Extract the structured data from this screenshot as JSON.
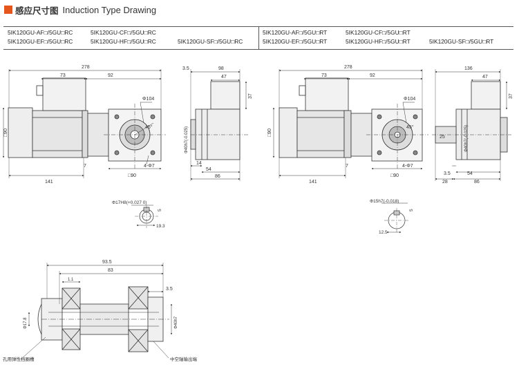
{
  "header": {
    "title_cn": "感应尺寸图",
    "title_en": "Induction Type Drawing",
    "accent": "#e4561c"
  },
  "models": {
    "rc": [
      "5IK120GU-AF□/5GU□RC",
      "5IK120GU-CF□/5GU□RC",
      "5IK120GU-EF□/5GU□RC",
      "5IK120GU-HF□/5GU□RC",
      "5IK120GU-SF□/5GU□RC"
    ],
    "rt": [
      "5IK120GU-AF□/5GU□RT",
      "5IK120GU-CF□/5GU□RT",
      "5IK120GU-EF□/5GU□RT",
      "5IK120GU-HF□/5GU□RT",
      "5IK120GU-SF□/5GU□RT"
    ]
  },
  "rc_drawing": {
    "len_278": "278",
    "len_73": "73",
    "len_92": "92",
    "dia_104": "Φ104",
    "angle_45": "45°",
    "holes": "4-Φ7",
    "len_7": "7",
    "sq_90_side": "□90",
    "sq_90_bottom": "□90",
    "len_141": "141",
    "side_3_5": "3.5",
    "side_98": "98",
    "side_47": "47",
    "side_37": "37",
    "bore": "Φ40h7(-0.025)",
    "side_14": "14",
    "side_54": "54",
    "side_86": "86",
    "hole_detail": "Φ17H8(+0.027 0)",
    "hole_width": "5",
    "hole_depth": "19.3"
  },
  "rt_drawing": {
    "len_278": "278",
    "len_73": "73",
    "len_92": "92",
    "dia_104": "Φ104",
    "angle_45": "45°",
    "holes": "4-Φ7",
    "len_7": "7",
    "sq_90_side": "□90",
    "sq_90_bottom": "□90",
    "len_141": "141",
    "side_136": "136",
    "side_47": "47",
    "side_37": "37",
    "bore": "Φ40h7(-0.025)",
    "side_25": "25",
    "side_3_5": "3.5",
    "side_54": "54",
    "side_28": "28",
    "side_86": "86",
    "shaft_detail": "Φ15h7(-0.018)",
    "key_width": "5",
    "key_depth": "12.5"
  },
  "section": {
    "len_93_5": "93.5",
    "len_83": "83",
    "dim_1": "1.1",
    "dim_3_5": "3.5",
    "bore_left": "Φ17.8",
    "bore_right": "Φ40h7",
    "note_left": "孔用弹性挡圈槽",
    "note_right": "中空轴输出端"
  }
}
